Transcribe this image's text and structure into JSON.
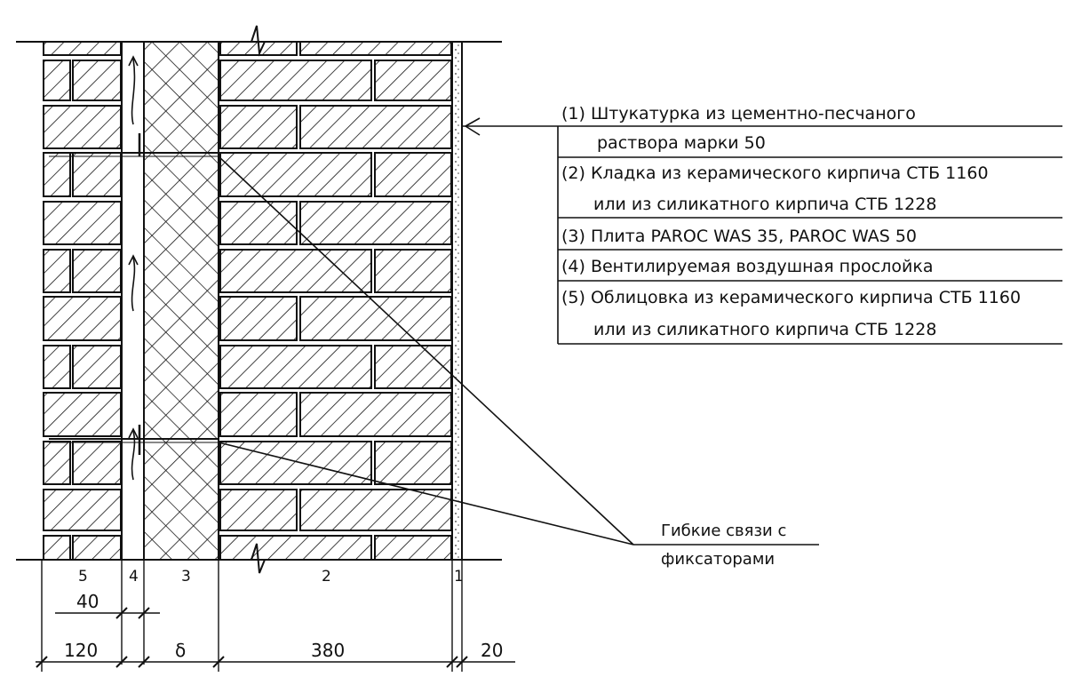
{
  "legend": [
    {
      "id": "1",
      "line1": "(1) Штукатурка из цементно-песчаного",
      "line2": "раствора марки 50"
    },
    {
      "id": "2",
      "line1": "(2) Кладка из керамического кирпича СТБ 1160",
      "line2": "или из силикатного кирпича СТБ 1228"
    },
    {
      "id": "3",
      "line1": "(3) Плита PAROC WAS 35, PAROC WAS 50",
      "line2": ""
    },
    {
      "id": "4",
      "line1": "(4) Вентилируемая воздушная прослойка",
      "line2": ""
    },
    {
      "id": "5",
      "line1": "(5) Облицовка из керамического кирпича СТБ 1160",
      "line2": "или из силикатного кирпича СТБ 1228"
    }
  ],
  "ties_label": {
    "line1": "Гибкие связи с",
    "line2": "фиксаторами"
  },
  "layer_numbers": {
    "facing": "5",
    "air_gap": "4",
    "insulation": "3",
    "masonry": "2",
    "plaster": "1"
  },
  "dimensions": {
    "air_gap": "40",
    "facing": "120",
    "insulation": "δ",
    "masonry": "380",
    "plaster": "20"
  },
  "colors": {
    "line": "#111111",
    "background": "#ffffff"
  }
}
